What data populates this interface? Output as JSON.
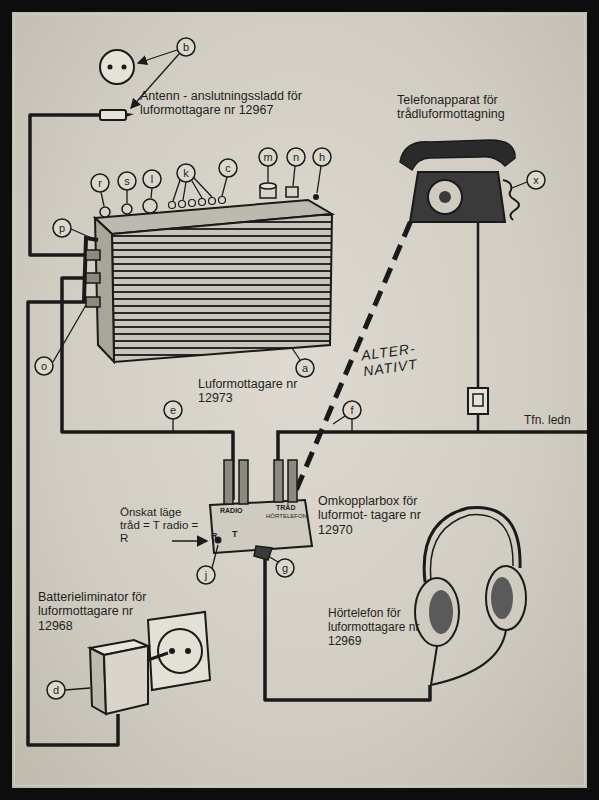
{
  "diagram": {
    "nodes": [
      {
        "text": [
          "Antenn - anslutningssladd för luformottagare nr 12967"
        ]
      },
      {
        "text": [
          "Telefonapparat för trådluformottagning"
        ]
      },
      {
        "text": [
          "Luformottagare nr 12973"
        ]
      },
      {
        "text": [
          "Omkopplarbox för luformot- tagare nr 12970",
          "RADIO",
          "TRÅD",
          "HÖRTELEFON",
          "R",
          "T"
        ]
      },
      {
        "text": [
          "Batterieliminator för luformottagare nr 12968"
        ]
      },
      {
        "text": [
          "Hörtelefon för luformottagare nr 12969"
        ]
      }
    ],
    "edges": [
      {
        "from": 0,
        "to": 2,
        "arrow": "none"
      },
      {
        "from": 2,
        "to": 3,
        "arrow": "none"
      },
      {
        "from": 1,
        "to": 3,
        "label": "ALTER- NATIVT",
        "arrow": "none"
      },
      {
        "from": 3,
        "to": 5,
        "arrow": "none"
      },
      {
        "from": 4,
        "to": 2,
        "arrow": "none"
      }
    ],
    "labels": [
      "b",
      "r",
      "s",
      "l",
      "k",
      "c",
      "m",
      "n",
      "h",
      "p",
      "o",
      "a",
      "e",
      "f",
      "x",
      "j",
      "g",
      "d",
      "Tfn. ledn",
      "Önskat läge tråd = T radio = R"
    ]
  }
}
